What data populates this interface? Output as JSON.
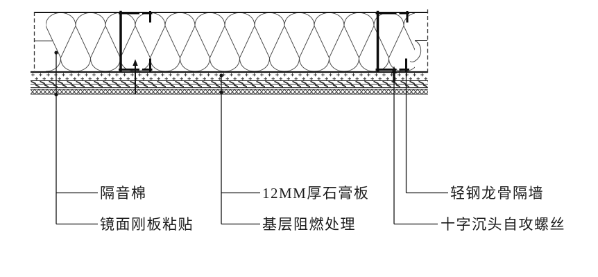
{
  "diagram": {
    "background_color": "#ffffff",
    "line_color": "#1a1a1a",
    "labels": {
      "sound_insulation": "隔音棉",
      "gypsum_board": "12MM厚石膏板",
      "light_steel_stud_wall": "轻钢龙骨隔墙",
      "mirror_steel_panel": "镜面刚板粘贴",
      "base_flame_retardant": "基层阻燃处理",
      "self_tapping_screw": "十字沉头自攻螺丝"
    }
  }
}
